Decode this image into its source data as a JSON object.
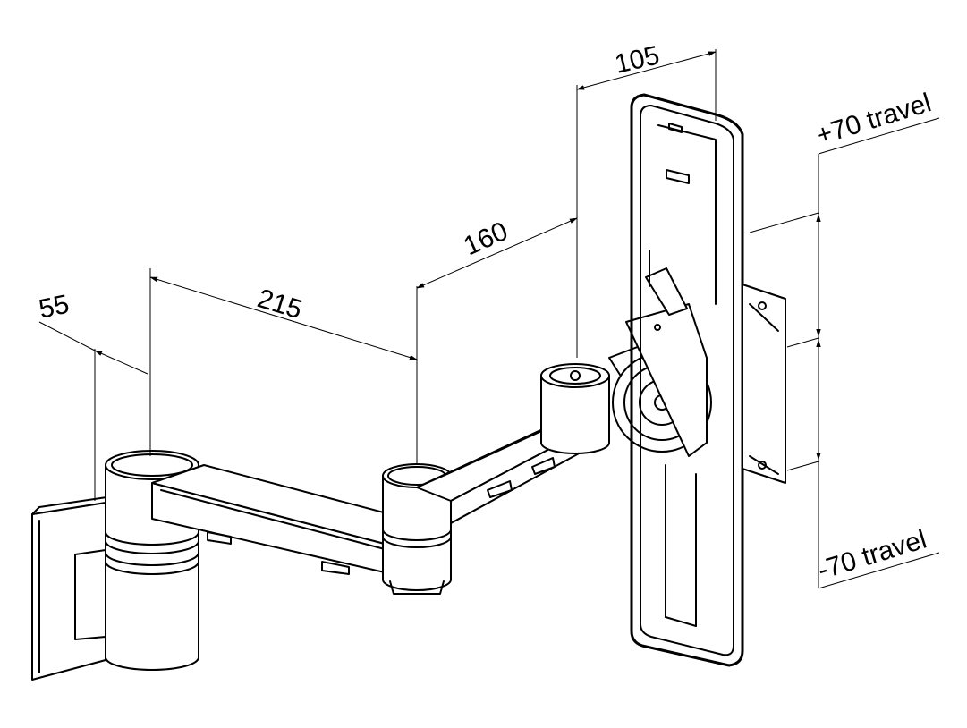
{
  "dimensions": {
    "d55": "55",
    "d215": "215",
    "d160": "160",
    "d105": "105",
    "travel_up": "+70 travel",
    "travel_down": "-70 travel"
  },
  "colors": {
    "line": "#000000",
    "background": "#ffffff"
  }
}
